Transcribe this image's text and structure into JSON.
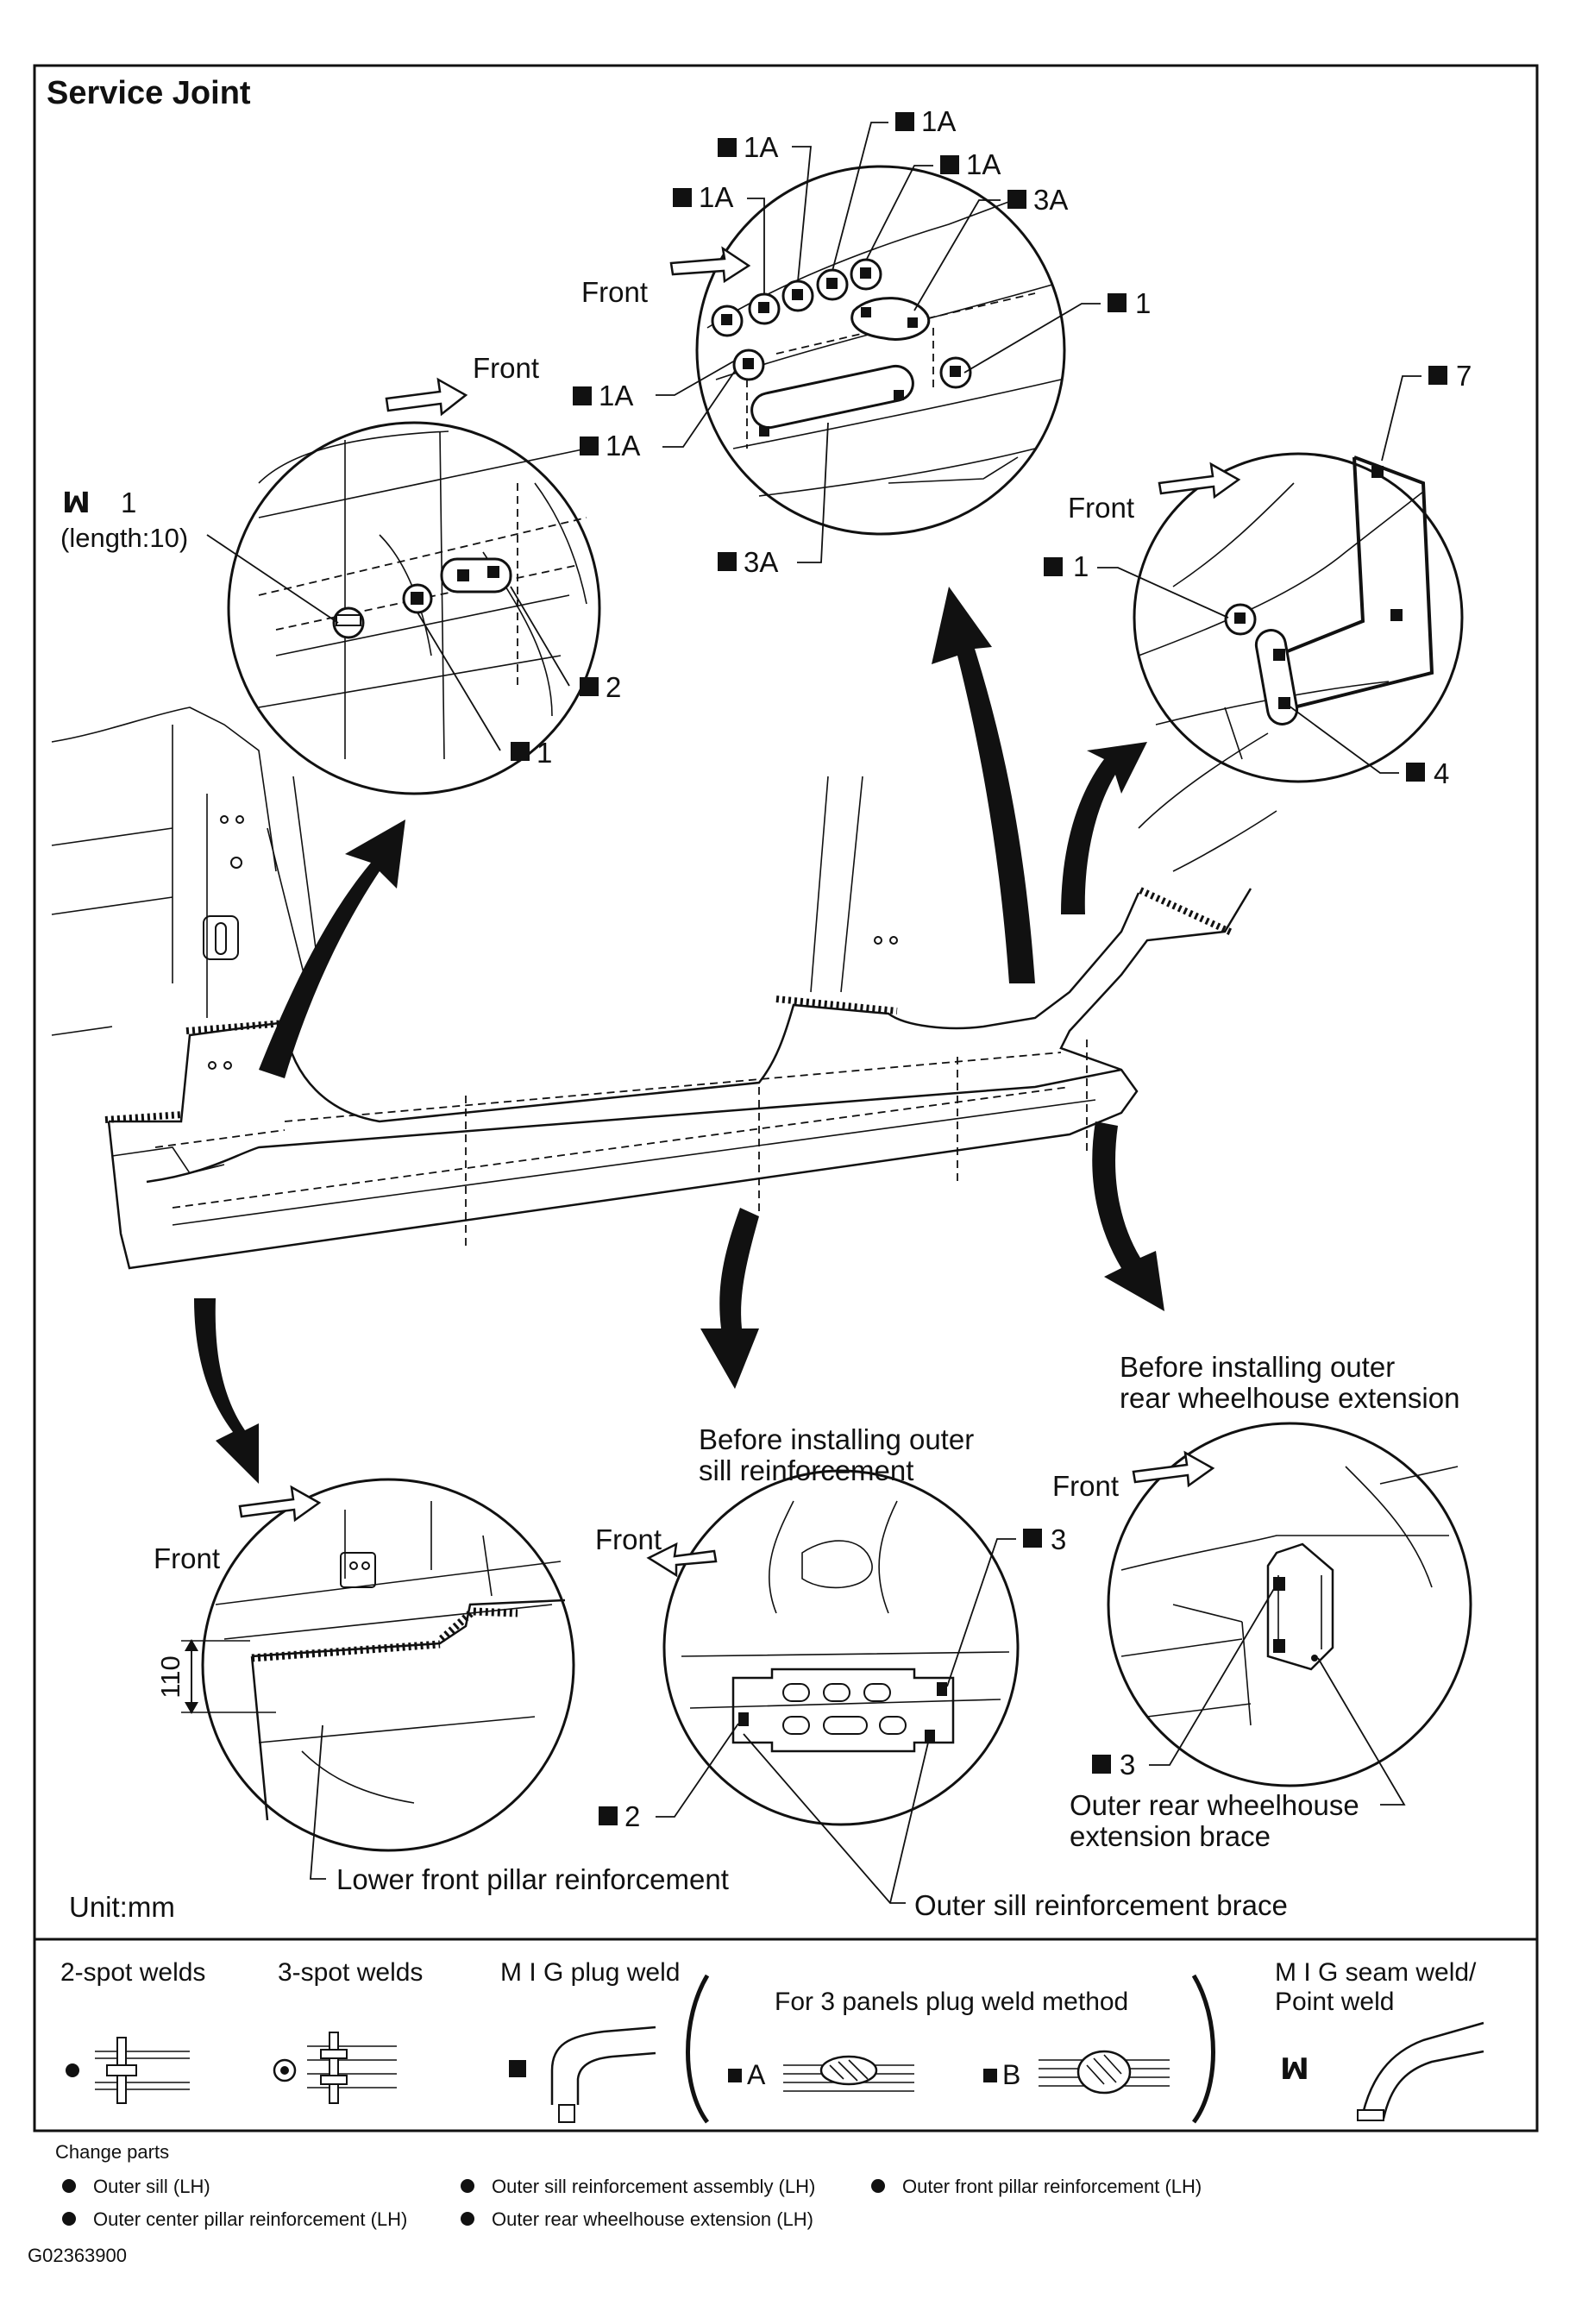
{
  "title": "Service Joint",
  "unit": "Unit:mm",
  "front": "Front",
  "detail_a": {
    "mig": "1",
    "length": "(length:10)",
    "labels": [
      "1",
      "2"
    ]
  },
  "detail_b": {
    "labels": [
      "1A",
      "1A",
      "1A",
      "1A",
      "1A",
      "1A",
      "3A",
      "1",
      "3A"
    ]
  },
  "detail_c": {
    "labels": [
      "7",
      "1",
      "4"
    ]
  },
  "detail_d": {
    "dimension": "110",
    "part": "Lower front pillar reinforcement"
  },
  "detail_e": {
    "caption": [
      "Before installing outer",
      "sill reinforcement"
    ],
    "labels": [
      "3",
      "2"
    ],
    "part": "Outer sill reinforcement brace"
  },
  "detail_f": {
    "caption": [
      "Before installing outer",
      "rear wheelhouse extension"
    ],
    "label": "3",
    "part": [
      "Outer rear wheelhouse",
      "extension brace"
    ]
  },
  "legend": {
    "spot2": "2-spot welds",
    "spot3": "3-spot welds",
    "mig_plug": "M I G plug weld",
    "three_panel": "For 3 panels plug weld method",
    "mark_a": "A",
    "mark_b": "B",
    "seam": [
      "M I G seam weld/",
      "Point weld"
    ]
  },
  "change_parts": {
    "heading": "Change parts",
    "items": [
      "Outer sill (LH)",
      "Outer sill reinforcement assembly (LH)",
      "Outer front pillar reinforcement (LH)",
      "Outer center pillar reinforcement (LH)",
      "Outer rear wheelhouse extension (LH)"
    ]
  },
  "figure_id": "G02363900"
}
